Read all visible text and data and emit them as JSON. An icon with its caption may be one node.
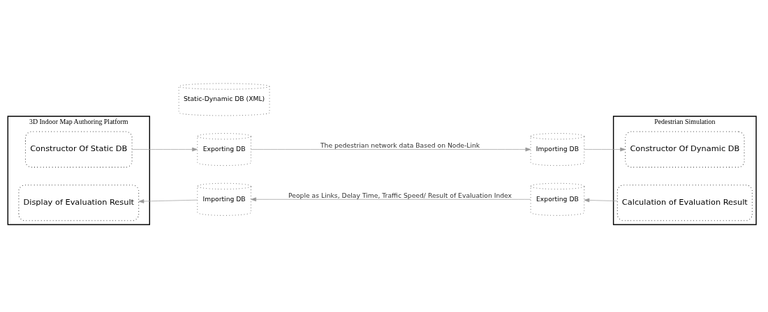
{
  "diagram": {
    "nodes": [
      {
        "text": [
          "3D Indoor Map Authoring Platform"
        ]
      },
      {
        "text": [
          "Constructor Of Static DB"
        ],
        "in": 0
      },
      {
        "text": [
          "Display of Evaluation Result"
        ],
        "in": 0
      },
      {
        "text": [
          "Exporting DB"
        ]
      },
      {
        "text": [
          "Importing DB"
        ]
      },
      {
        "text": [
          "Static-Dynamic DB (XML)"
        ]
      },
      {
        "text": [
          "Importing DB"
        ]
      },
      {
        "text": [
          "Exporting DB"
        ]
      },
      {
        "text": [
          "Pedestrian Simulation"
        ]
      },
      {
        "text": [
          "Constructor Of Dynamic DB"
        ],
        "in": 8
      },
      {
        "text": [
          "Calculation of Evaluation Result"
        ],
        "in": 8
      }
    ],
    "edges": [
      {
        "from": 1,
        "to": 3,
        "arrow": "to"
      },
      {
        "from": 3,
        "to": 4,
        "arrow": "to",
        "label": "The pedestrian network data Based on Node-Link"
      },
      {
        "from": 4,
        "to": 9,
        "arrow": "to"
      },
      {
        "from": 10,
        "to": 7,
        "arrow": "to"
      },
      {
        "from": 7,
        "to": 6,
        "arrow": "to",
        "label": "People as Links, Delay Time, Traffic Speed/ Result of Evaluation Index"
      },
      {
        "from": 6,
        "to": 2,
        "arrow": "to"
      }
    ]
  }
}
